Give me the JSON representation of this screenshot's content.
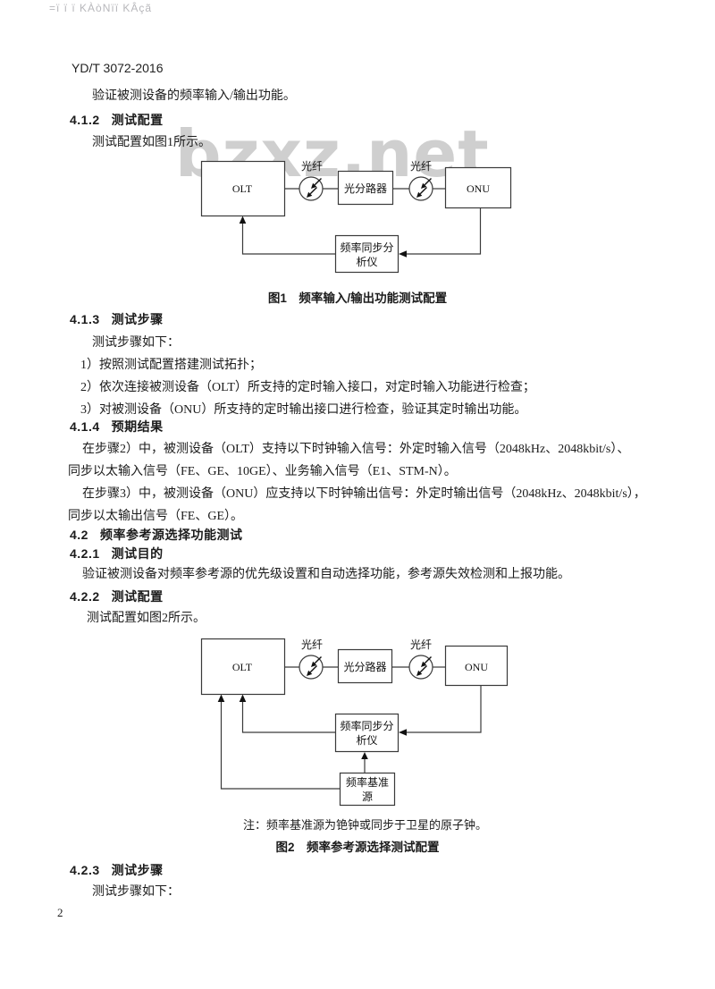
{
  "watermarks": {
    "top_left": "=ï ï ï KÀòNïï KÂçã",
    "center": "bzxz.net"
  },
  "header": {
    "standard_number": "YD/T 3072-2016"
  },
  "intro": "验证被测设备的频率输入/输出功能。",
  "sections": {
    "s412": {
      "num": "4.1.2",
      "title": "测试配置",
      "body": "测试配置如图1所示。"
    },
    "s413": {
      "num": "4.1.3",
      "title": "测试步骤",
      "intro": "测试步骤如下：",
      "steps": [
        "1）按照测试配置搭建测试拓扑；",
        "2）依次连接被测设备（OLT）所支持的定时输入接口，对定时输入功能进行检查；",
        "3）对被测设备（ONU）所支持的定时输出接口进行检查，验证其定时输出功能。"
      ]
    },
    "s414": {
      "num": "4.1.4",
      "title": "预期结果",
      "lines": [
        "在步骤2）中，被测设备（OLT）支持以下时钟输入信号：外定时输入信号（2048kHz、2048kbit/s）、",
        "同步以太输入信号（FE、GE、10GE）、业务输入信号（E1、STM-N）。",
        "在步骤3）中，被测设备（ONU）应支持以下时钟输出信号：外定时输出信号（2048kHz、2048kbit/s），",
        "同步以太输出信号（FE、GE）。"
      ]
    },
    "s42": {
      "num": "4.2",
      "title": "频率参考源选择功能测试"
    },
    "s421": {
      "num": "4.2.1",
      "title": "测试目的",
      "body": "验证被测设备对频率参考源的优先级设置和自动选择功能，参考源失效检测和上报功能。"
    },
    "s422": {
      "num": "4.2.2",
      "title": "测试配置",
      "body": "测试配置如图2所示。"
    },
    "s423": {
      "num": "4.2.3",
      "title": "测试步骤",
      "body": "测试步骤如下："
    }
  },
  "figure1": {
    "caption": "图1　频率输入/输出功能测试配置",
    "labels": {
      "olt": "OLT",
      "fiber": "光纤",
      "splitter": "光分路器",
      "onu": "ONU",
      "analyzer_line1": "频率同步分",
      "analyzer_line2": "析仪"
    }
  },
  "figure2": {
    "caption": "图2　频率参考源选择测试配置",
    "note": "注：频率基准源为铯钟或同步于卫星的原子钟。",
    "labels": {
      "olt": "OLT",
      "fiber": "光纤",
      "splitter": "光分路器",
      "onu": "ONU",
      "analyzer_line1": "频率同步分",
      "analyzer_line2": "析仪",
      "ref_line1": "频率基准",
      "ref_line2": "源"
    }
  },
  "footer": {
    "page_number": "2"
  }
}
